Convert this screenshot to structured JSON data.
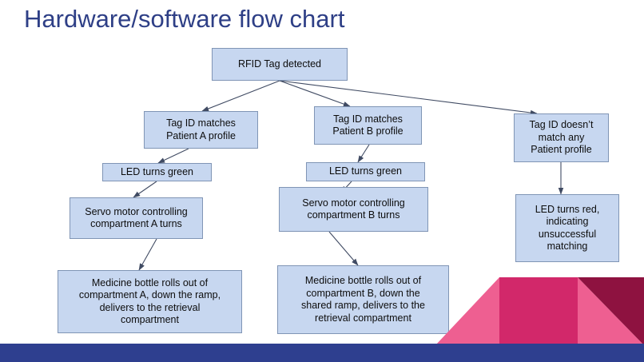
{
  "slide": {
    "title": "Hardware/software flow chart",
    "title_color": "#2E3F86",
    "background": "#FFFFFF",
    "footer_bar_color": "#2E3F8F",
    "node_fill": "#C7D7F0",
    "node_border": "#8095B5",
    "decor_colors": {
      "light_pink": "#EE5F91",
      "mid_magenta": "#D2286A",
      "dark_maroon": "#8E1240"
    }
  },
  "chart_data": {
    "type": "diagram",
    "title": "Hardware/software flow chart",
    "nodes": [
      {
        "id": "n1",
        "label": "RFID Tag detected"
      },
      {
        "id": "n2",
        "label": "Tag ID matches\nPatient A profile"
      },
      {
        "id": "n3",
        "label": "Tag ID matches\nPatient B profile"
      },
      {
        "id": "n4",
        "label": "Tag ID doesn’t\nmatch any\nPatient profile"
      },
      {
        "id": "n5",
        "label": "LED turns green"
      },
      {
        "id": "n6",
        "label": "LED turns green"
      },
      {
        "id": "n7",
        "label": "Servo motor controlling\ncompartment A turns"
      },
      {
        "id": "n8",
        "label": "Servo motor controlling\ncompartment B turns"
      },
      {
        "id": "n9",
        "label": "LED turns red,\nindicating\nunsuccessful\nmatching"
      },
      {
        "id": "n10",
        "label": "Medicine bottle rolls out of\ncompartment A, down the ramp,\ndelivers to the retrieval\ncompartment"
      },
      {
        "id": "n11",
        "label": "Medicine bottle rolls out of\ncompartment B, down the\nshared ramp, delivers to the\nretrieval compartment"
      }
    ],
    "edges": [
      {
        "from": "n1",
        "to": "n2"
      },
      {
        "from": "n1",
        "to": "n3"
      },
      {
        "from": "n1",
        "to": "n4"
      },
      {
        "from": "n2",
        "to": "n5"
      },
      {
        "from": "n5",
        "to": "n7"
      },
      {
        "from": "n7",
        "to": "n10"
      },
      {
        "from": "n3",
        "to": "n6"
      },
      {
        "from": "n6",
        "to": "n8"
      },
      {
        "from": "n8",
        "to": "n11"
      },
      {
        "from": "n4",
        "to": "n9"
      }
    ]
  }
}
